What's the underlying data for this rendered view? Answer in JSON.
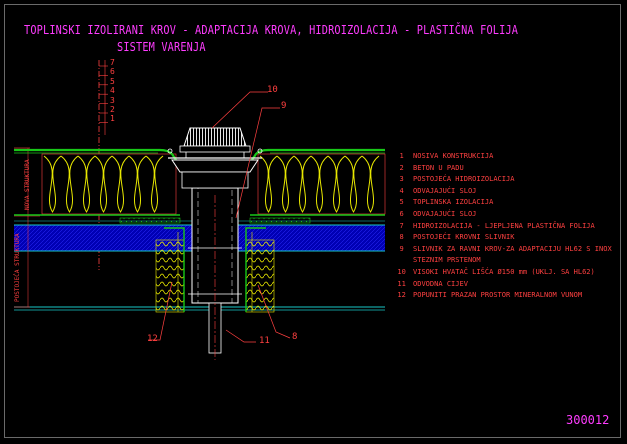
{
  "title": {
    "line1": "TOPLINSKI IZOLIRANI KROV - ADAPTACIJA KROVA, HIDROIZOLACIJA - PLASTIČNA FOLIJA",
    "line2": "SISTEM VARENJA"
  },
  "drawing_code": "300012",
  "side_labels": {
    "new_structure": "NOVA STRUKTURA",
    "existing_structure": "POSTOJEĆA STRUKTURA"
  },
  "scale_numbers": [
    "7",
    "6",
    "5",
    "4",
    "3",
    "2",
    "1"
  ],
  "callouts": {
    "c10": "10",
    "c9": "9",
    "c12": "12",
    "c11": "11",
    "c8": "8"
  },
  "legend": [
    {
      "num": "1",
      "text": "NOSIVA KONSTRUKCIJA"
    },
    {
      "num": "2",
      "text": "BETON U PADU"
    },
    {
      "num": "3",
      "text": "POSTOJEĆA HIDROIZOLACIJA"
    },
    {
      "num": "4",
      "text": "ODVAJAJUĆI SLOJ"
    },
    {
      "num": "5",
      "text": "TOPLINSKA IZOLACIJA"
    },
    {
      "num": "6",
      "text": "ODVAJAJUĆI SLOJ"
    },
    {
      "num": "7",
      "text": "HIDROIZOLACIJA - LJEPLJENA PLASTIČNA FOLIJA"
    },
    {
      "num": "8",
      "text": "POSTOJEĆI KROVNI SLIVNIK"
    },
    {
      "num": "9",
      "text": "SLIVNIK ZA RAVNI KROV-ZA ADAPTACIJU HL62 S INOX"
    },
    {
      "num": "",
      "text": "STEZNIM PRSTENOM"
    },
    {
      "num": "10",
      "text": "VISOKI HVATAČ LIŠĆA Ø150 mm (UKLJ. SA HL62)"
    },
    {
      "num": "11",
      "text": "ODVODNA CIJEV"
    },
    {
      "num": "12",
      "text": "POPUNITI PRAZAN PROSTOR MINERALNOM VUNOM"
    }
  ],
  "colors": {
    "background": "#000000",
    "title": "#ff3cff",
    "text": "#ff4040",
    "green": "#18c818",
    "yellow": "#e8e800",
    "cyan": "#18c8c8",
    "blue": "#0000b4",
    "white": "#ffffff"
  }
}
